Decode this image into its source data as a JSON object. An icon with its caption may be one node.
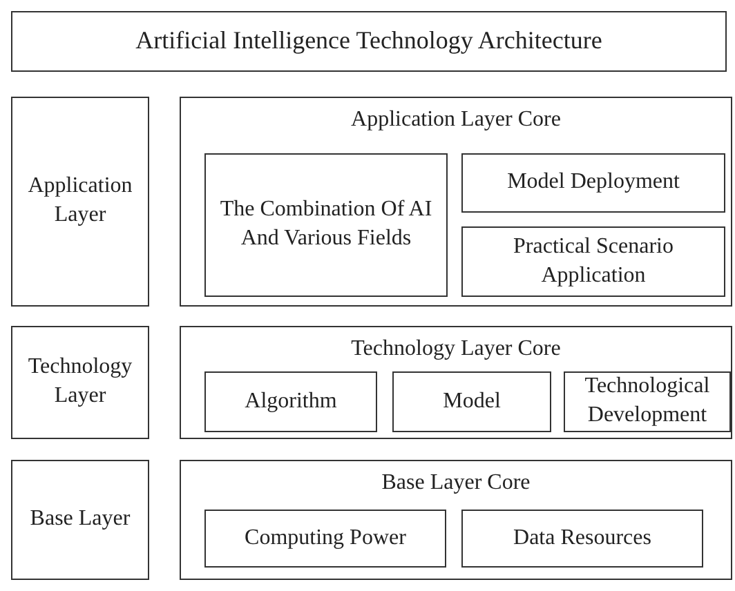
{
  "diagram": {
    "nodes": [
      {
        "text": [
          "Artificial Intelligence Technology Architecture"
        ]
      },
      {
        "text": [
          "Application Layer"
        ]
      },
      {
        "text": [
          "Application Layer Core"
        ]
      },
      {
        "text": [
          "The Combination Of AI And Various Fields"
        ],
        "in": 2
      },
      {
        "text": [
          "Model Deployment"
        ],
        "in": 2
      },
      {
        "text": [
          "Practical Scenario Application"
        ],
        "in": 2
      },
      {
        "text": [
          "Technology Layer"
        ]
      },
      {
        "text": [
          "Technology Layer Core"
        ]
      },
      {
        "text": [
          "Algorithm"
        ],
        "in": 7
      },
      {
        "text": [
          "Model"
        ],
        "in": 7
      },
      {
        "text": [
          "Technological Development"
        ],
        "in": 7
      },
      {
        "text": [
          "Base Layer"
        ]
      },
      {
        "text": [
          "Base Layer Core"
        ]
      },
      {
        "text": [
          "Computing Power"
        ],
        "in": 12
      },
      {
        "text": [
          "Data Resources"
        ],
        "in": 12
      }
    ]
  }
}
